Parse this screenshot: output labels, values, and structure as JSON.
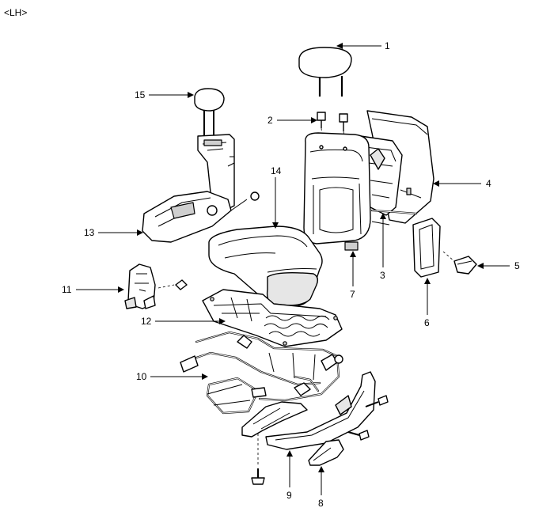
{
  "diagram": {
    "header": "<LH>",
    "callouts": [
      "1",
      "2",
      "3",
      "4",
      "5",
      "6",
      "7",
      "8",
      "9",
      "10",
      "11",
      "12",
      "13",
      "14",
      "15"
    ]
  }
}
